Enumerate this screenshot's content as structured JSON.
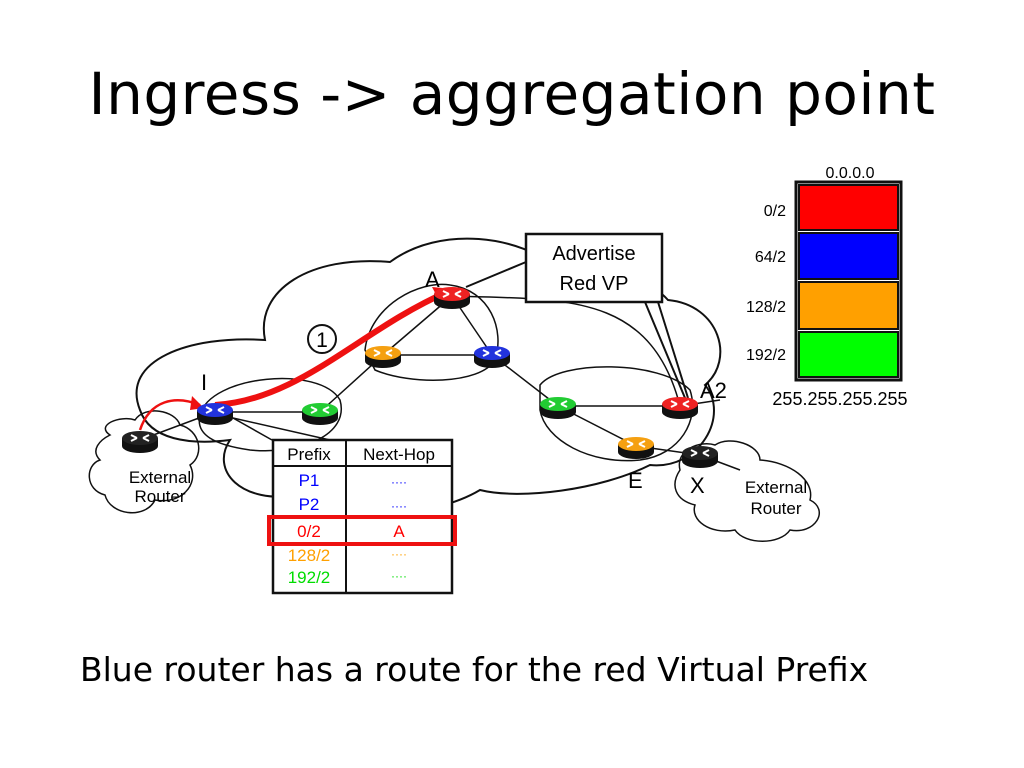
{
  "slide": {
    "title": "Ingress -> aggregation point",
    "caption": "Blue router has a route for the red Virtual Prefix"
  },
  "diagram": {
    "callout": {
      "line1": "Advertise",
      "line2": "Red VP"
    },
    "step_marker": "1",
    "node_labels": {
      "ingress": "I",
      "aggregation": "A",
      "aggregation2": "A2",
      "egress_e": "E",
      "egress_x": "X"
    },
    "external_router_left": {
      "line1": "External",
      "line2": "Router"
    },
    "external_router_right": {
      "line1": "External",
      "line2": "Router"
    },
    "address_space": {
      "top_label": "0.0.0.0",
      "bottom_label": "255.255.255.255",
      "blocks": [
        {
          "prefix": "0/2",
          "color": "#ff0000"
        },
        {
          "prefix": "64/2",
          "color": "#0000ff"
        },
        {
          "prefix": "128/2",
          "color": "#ffa000"
        },
        {
          "prefix": "192/2",
          "color": "#00ff00"
        }
      ]
    },
    "routing_table": {
      "headers": [
        "Prefix",
        "Next-Hop"
      ],
      "rows": [
        {
          "prefix": "P1",
          "next_hop": "····",
          "color": "#0000ff"
        },
        {
          "prefix": "P2",
          "next_hop": "····",
          "color": "#0000ff"
        },
        {
          "prefix": "0/2",
          "next_hop": "A",
          "color": "#ff0000",
          "highlighted": true
        },
        {
          "prefix": "128/2",
          "next_hop": "····",
          "color": "#ffa000"
        },
        {
          "prefix": "192/2",
          "next_hop": "····",
          "color": "#00dd00"
        }
      ]
    },
    "router_colors": {
      "red": "#ee2222",
      "blue": "#2233dd",
      "orange": "#f5a011",
      "green": "#22cc33",
      "black": "#222222"
    }
  }
}
